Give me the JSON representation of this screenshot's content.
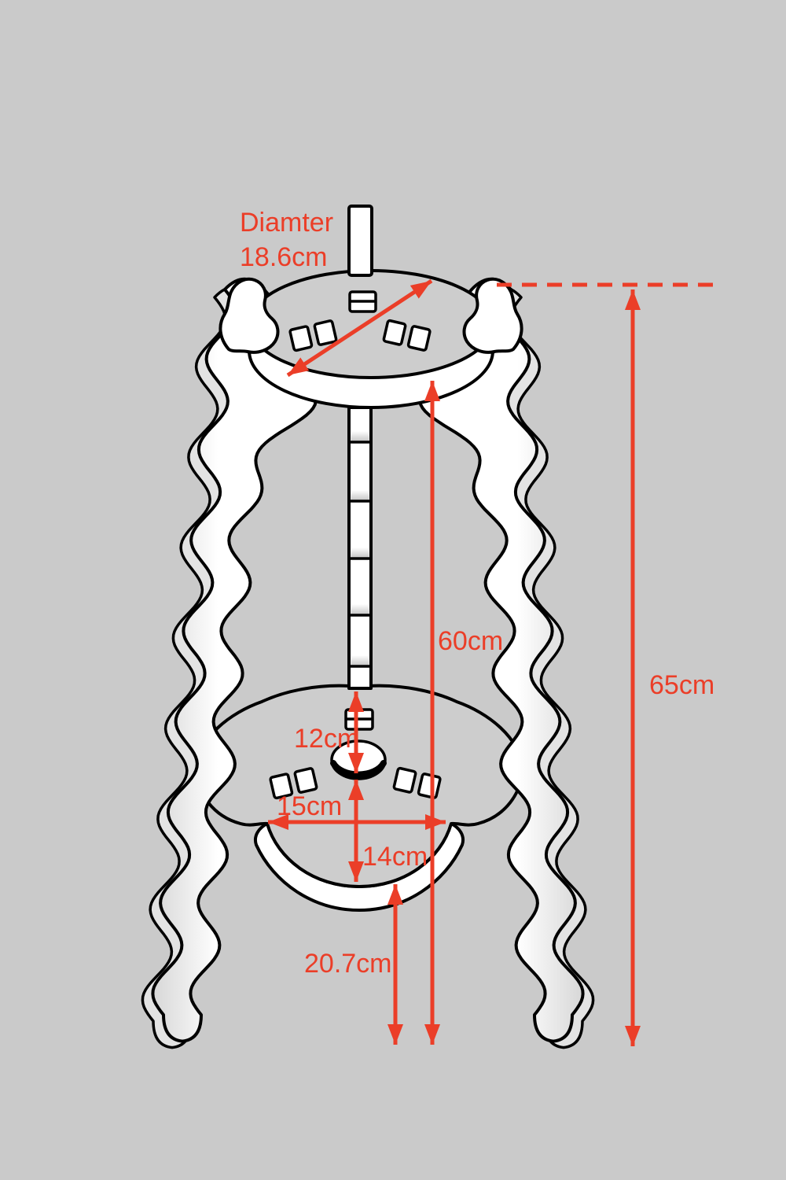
{
  "diagram": {
    "type": "product-dimension-diagram",
    "subject": "two-tier tripod stand with wavy legs",
    "colors": {
      "background": "#cacaca",
      "outline": "#000000",
      "material": "#ffffff",
      "surface": "#cdcdcd",
      "annotation": "#eb3e28"
    },
    "labels": {
      "diameter_label": "Diamter",
      "diameter_value": "18.6cm",
      "overall_height": "65cm",
      "top_shelf_height": "60cm",
      "middle_shelf_top_to_hole": "12cm",
      "middle_shelf_front_width": "15cm",
      "hole_to_middle_shelf_bottom": "14cm",
      "middle_shelf_ground_clearance": "20.7cm"
    }
  }
}
